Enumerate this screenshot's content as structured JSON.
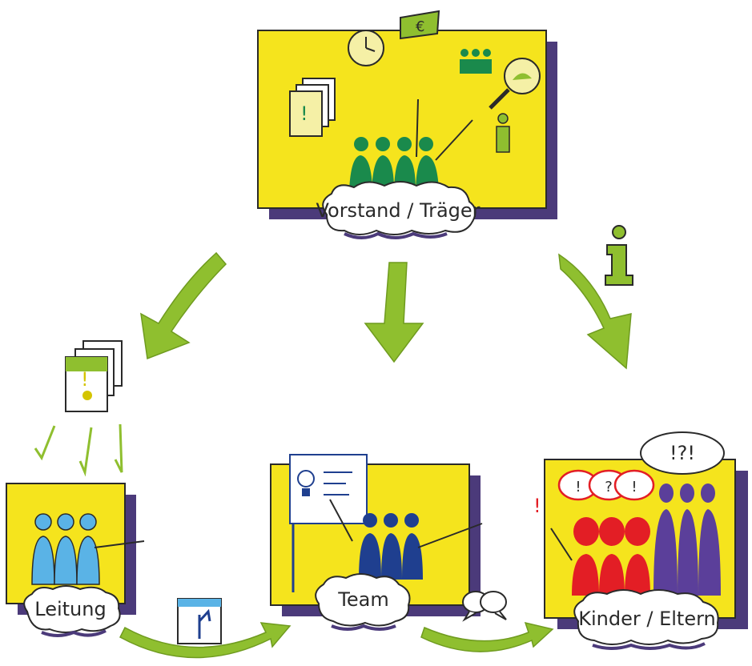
{
  "nodes": {
    "top": {
      "label": "Vorstand / Träger"
    },
    "left": {
      "label": "Leitung"
    },
    "center": {
      "label": "Team"
    },
    "right": {
      "label": "Kinder / Eltern"
    }
  },
  "icons": {
    "euro": {
      "symbol": "€"
    },
    "info_top": {
      "symbol": "i"
    },
    "info_arrow": {
      "symbol": "i"
    },
    "doc_top": {
      "symbol": "!"
    },
    "doc_left": {
      "symbol": "!"
    },
    "right_bubble": {
      "text": "!?!"
    },
    "red_bubble_1": {
      "text": "!"
    },
    "red_bubble_2": {
      "text": "?"
    },
    "red_bubble_3": {
      "text": "!"
    },
    "red_exclaim": {
      "text": "!"
    }
  },
  "colors": {
    "yellow": "#f5e41d",
    "green_arrow": "#8fbf2f",
    "team_blue": "#1f3f8f",
    "leitung_blue": "#5ab3e6",
    "board_green": "#1a8a4c",
    "kids_red": "#e31e25",
    "parents_purple": "#5b3f9a",
    "shadow_purple": "#4b3a7a"
  }
}
